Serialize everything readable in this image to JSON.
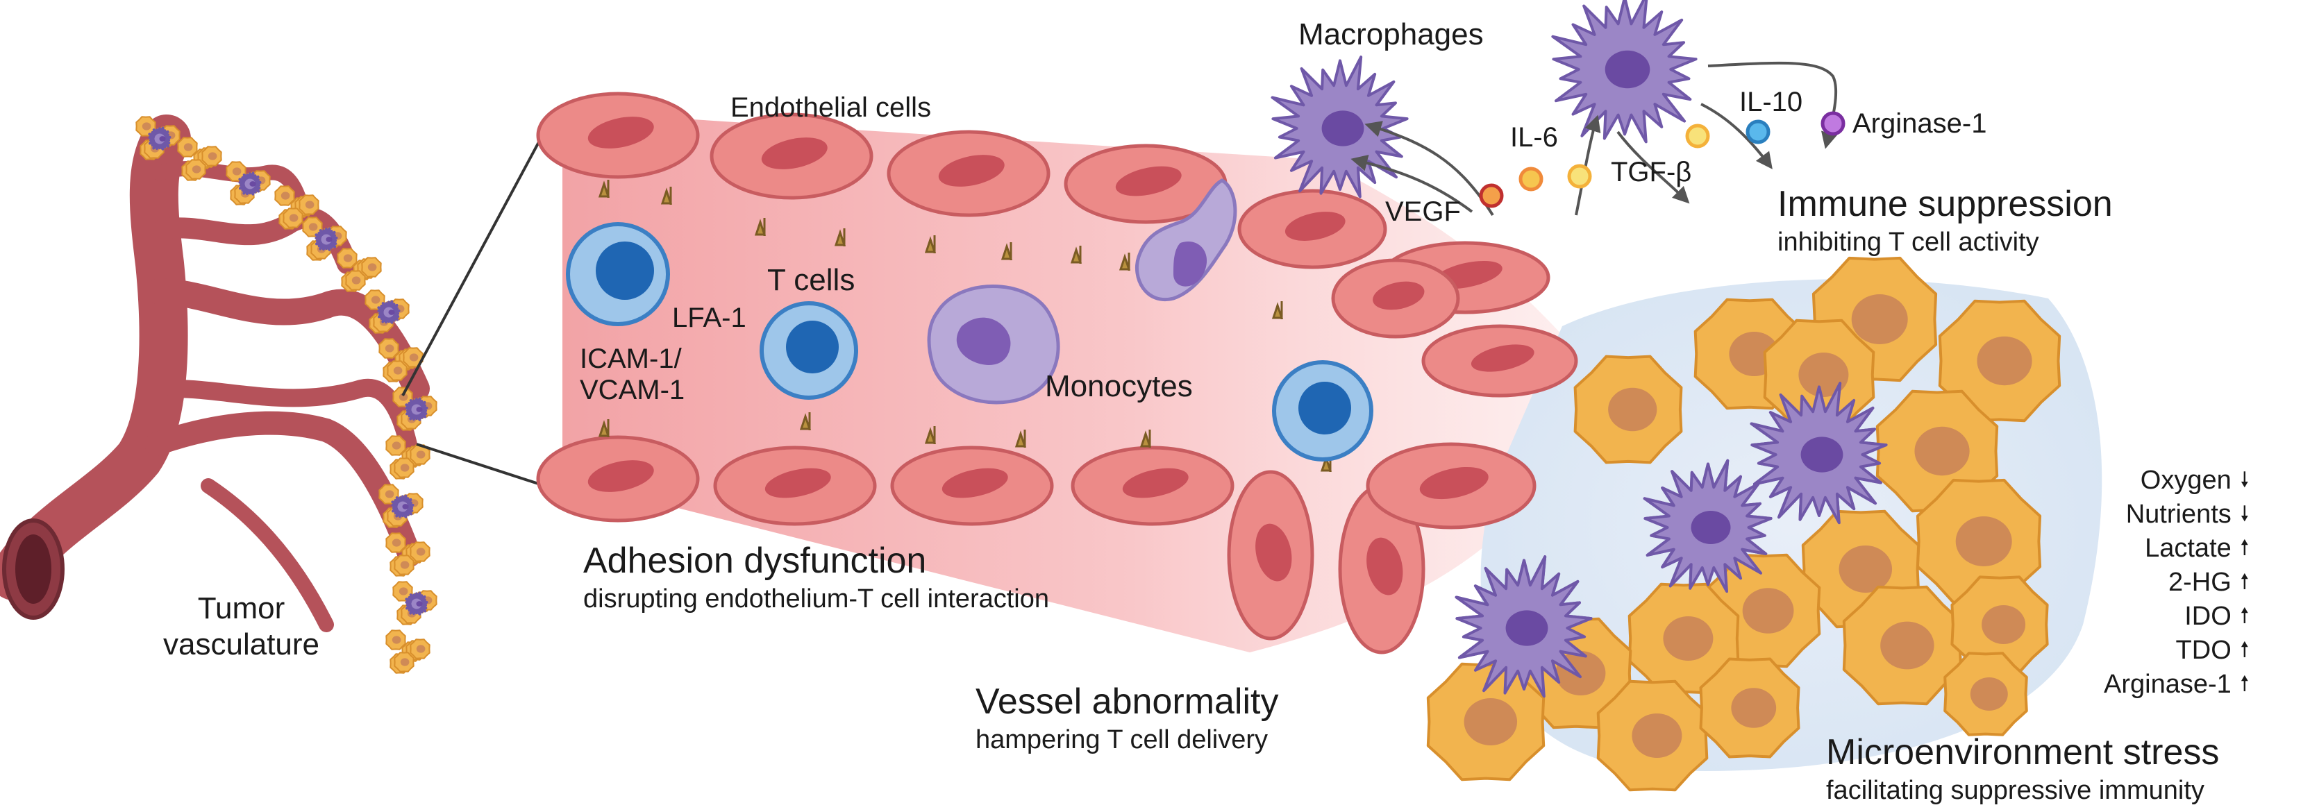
{
  "labels": {
    "tumor_vasculature": "Tumor\nvasculature",
    "tumor_vasculature_line1": "Tumor",
    "tumor_vasculature_line2": "vasculature",
    "endothelial_cells": "Endothelial cells",
    "t_cells": "T cells",
    "lfa1": "LFA-1",
    "icam_line1": "ICAM-1/",
    "icam_line2": "VCAM-1",
    "monocytes": "Monocytes",
    "macrophages": "Macrophages",
    "il6": "IL-6",
    "vegf": "VEGF",
    "tgfb": "TGF-β",
    "il10": "IL-10",
    "arginase1": "Arginase-1"
  },
  "sections": {
    "immune_suppression": {
      "title": "Immune suppression",
      "subtitle": "inhibiting T cell activity"
    },
    "adhesion_dysfunction": {
      "title": "Adhesion dysfunction",
      "subtitle": "disrupting endothelium-T cell interaction"
    },
    "vessel_abnormality": {
      "title": "Vessel abnormality",
      "subtitle": "hampering T cell delivery"
    },
    "microenvironment_stress": {
      "title": "Microenvironment stress",
      "subtitle": "facilitating suppressive immunity"
    }
  },
  "stress_factors": [
    {
      "name": "Oxygen",
      "direction": "down"
    },
    {
      "name": "Nutrients",
      "direction": "down"
    },
    {
      "name": "Lactate",
      "direction": "up"
    },
    {
      "name": "2-HG",
      "direction": "up"
    },
    {
      "name": "IDO",
      "direction": "up"
    },
    {
      "name": "TDO",
      "direction": "up"
    },
    {
      "name": "Arginase-1",
      "direction": "up"
    }
  ],
  "colors": {
    "vessel": "#b5525a",
    "endothelial": "#ec8a88",
    "endothelial_nucleus": "#c9505a",
    "tcell": "#3b7fc4",
    "tcell_nucleus": "#1f66b3",
    "monocyte": "#a796cc",
    "macrophage": "#9b86c6",
    "tumor_cell": "#f2b44e",
    "tumor_nucleus": "#cf8a56",
    "cytokine_orange": "#f4a04a",
    "cytokine_yellow": "#f6d25c",
    "cytokine_blue": "#4aa6e0",
    "cytokine_purple": "#a05ac8"
  },
  "icons": [
    "vessel-icon",
    "endothelial-cell-icon",
    "t-cell-icon",
    "monocyte-icon",
    "macrophage-icon",
    "tumor-cell-icon",
    "cytokine-dot-icon",
    "arrow-up-icon",
    "arrow-down-icon"
  ]
}
